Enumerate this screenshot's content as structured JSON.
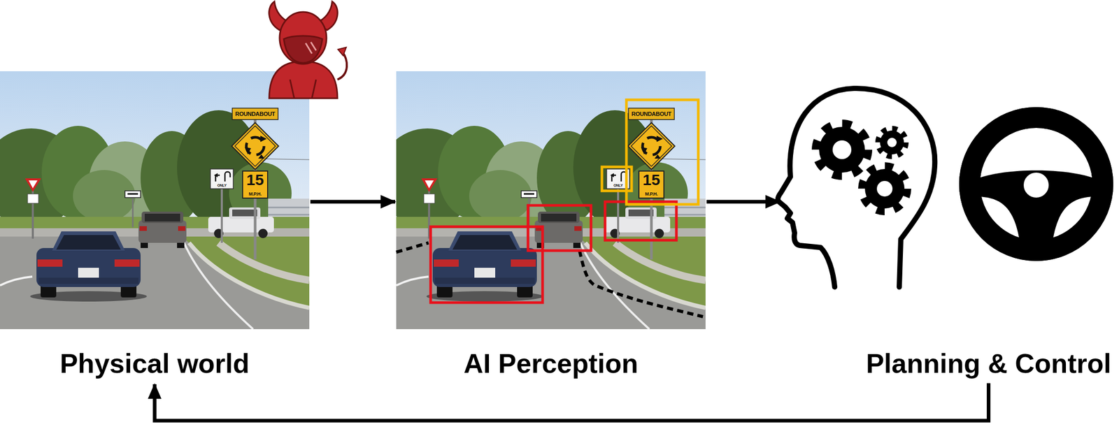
{
  "diagram": {
    "nodes": [
      {
        "text": [
          "Physical world"
        ]
      },
      {
        "text": [
          "AI Perception"
        ]
      },
      {
        "text": [
          "Planning & Control"
        ]
      }
    ],
    "edges": [
      {
        "from": 0,
        "to": 1,
        "arrow": "to"
      },
      {
        "from": 1,
        "to": 2,
        "arrow": "to"
      },
      {
        "from": 2,
        "to": 0,
        "arrow": "to"
      }
    ],
    "labels": [
      "ROUNDABOUT",
      "15",
      "M.P.H.",
      "ONLY",
      "ROUNDABOUT",
      "15",
      "M.P.H.",
      "ONLY"
    ]
  }
}
